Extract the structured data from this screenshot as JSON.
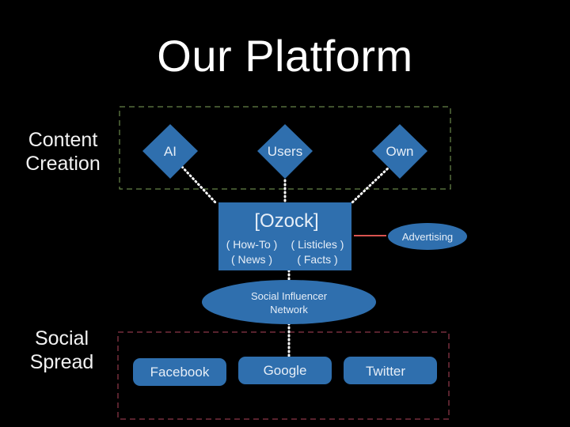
{
  "title": "Our Platform",
  "sections": {
    "content_creation": "Content\nCreation",
    "content_creation_lines": [
      "Content",
      "Creation"
    ],
    "social_spread_lines": [
      "Social",
      "Spread"
    ]
  },
  "colors": {
    "node_fill": "#2f6fae",
    "content_box_border": "#7fa35a",
    "social_box_border": "#b0445a",
    "advertising_link": "#d9534f",
    "connector": "#ffffff",
    "background": "#000000"
  },
  "sources": [
    {
      "label": "AI"
    },
    {
      "label": "Users"
    },
    {
      "label": "Own"
    }
  ],
  "platform": {
    "name": "[Ozock]",
    "formats": [
      "( How-To )",
      "( Listicles )",
      "( News )",
      "( Facts )"
    ]
  },
  "advertising": {
    "label": "Advertising"
  },
  "network": {
    "lines": [
      "Social Influencer",
      "Network"
    ]
  },
  "channels": [
    {
      "label": "Facebook"
    },
    {
      "label": "Google"
    },
    {
      "label": "Twitter"
    }
  ]
}
